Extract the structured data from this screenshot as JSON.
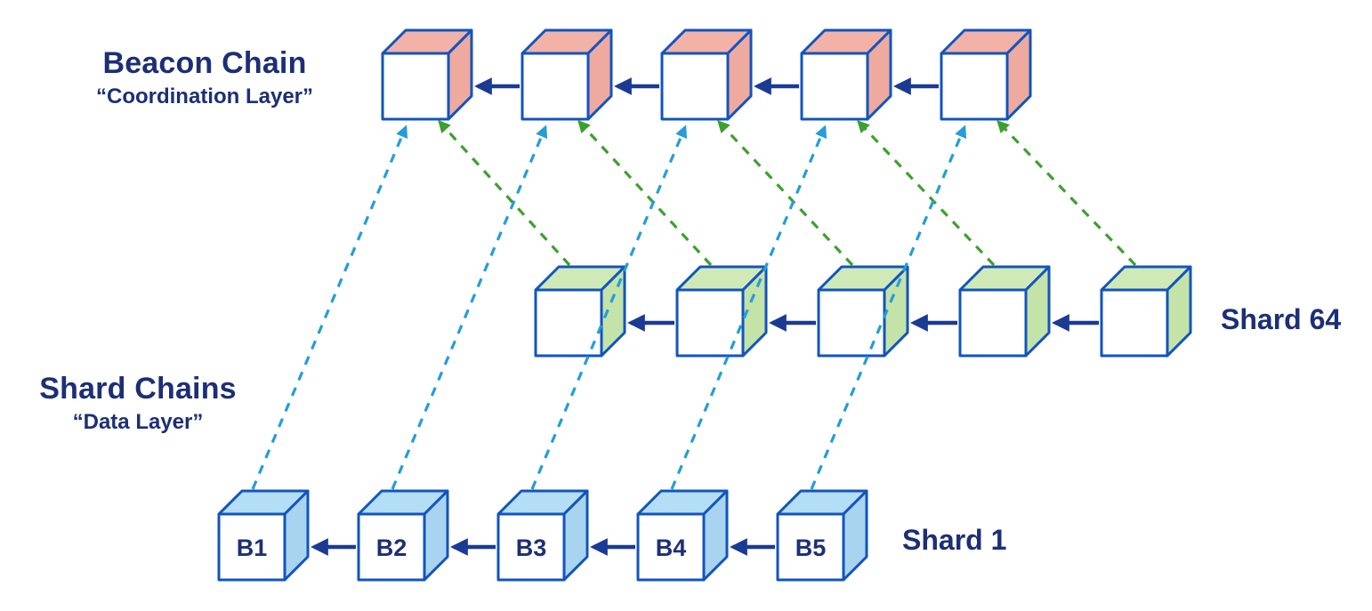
{
  "beacon": {
    "title": "Beacon Chain",
    "subtitle": "“Coordination Layer”",
    "blocks": [
      "",
      "",
      "",
      "",
      ""
    ],
    "top_color": "#f2b2a8",
    "side_color": "#eeaa9f"
  },
  "shard_chains_heading": {
    "title": "Shard Chains",
    "subtitle": "“Data Layer”"
  },
  "shard64": {
    "name": "Shard 64",
    "blocks": [
      "",
      "",
      "",
      "",
      ""
    ],
    "top_color": "#cfeab6",
    "side_color": "#c4e3a9"
  },
  "shard1": {
    "name": "Shard 1",
    "blocks": [
      "B1",
      "B2",
      "B3",
      "B4",
      "B5"
    ],
    "top_color": "#b4ddf6",
    "side_color": "#a8d4ef"
  },
  "colors": {
    "background": "#ffffff",
    "cube_stroke": "#1254be",
    "cube_front": "#ffffff",
    "solid_arrow": "#1a3a94",
    "attestation_shard1": "#259dd8",
    "attestation_shard64": "#3da02e",
    "text": "#1c2f76"
  }
}
